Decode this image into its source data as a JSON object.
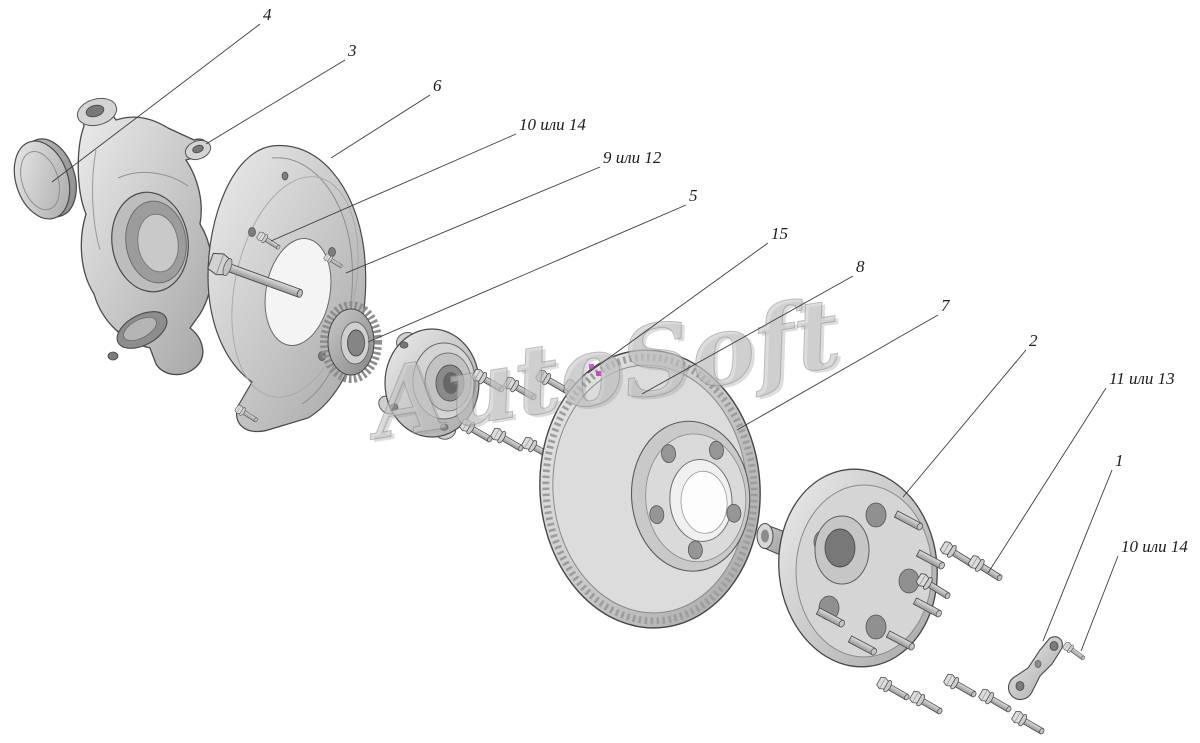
{
  "diagram": {
    "watermark": "AutoSoft",
    "callouts": [
      {
        "label": "4"
      },
      {
        "label": "3"
      },
      {
        "label": "6"
      },
      {
        "label": "10 или 14"
      },
      {
        "label": "9 или 12"
      },
      {
        "label": "5"
      },
      {
        "label": "15"
      },
      {
        "label": "8"
      },
      {
        "label": "7"
      },
      {
        "label": "2"
      },
      {
        "label": "11 или 13"
      },
      {
        "label": "1"
      },
      {
        "label": "10 или 14"
      }
    ],
    "colors": {
      "label": "#1b1b1b",
      "leader_line": "#3c3c3c",
      "watermark": "#c6c6c6",
      "watermark_mark": "#c83cc8",
      "background": "#ffffff"
    }
  }
}
